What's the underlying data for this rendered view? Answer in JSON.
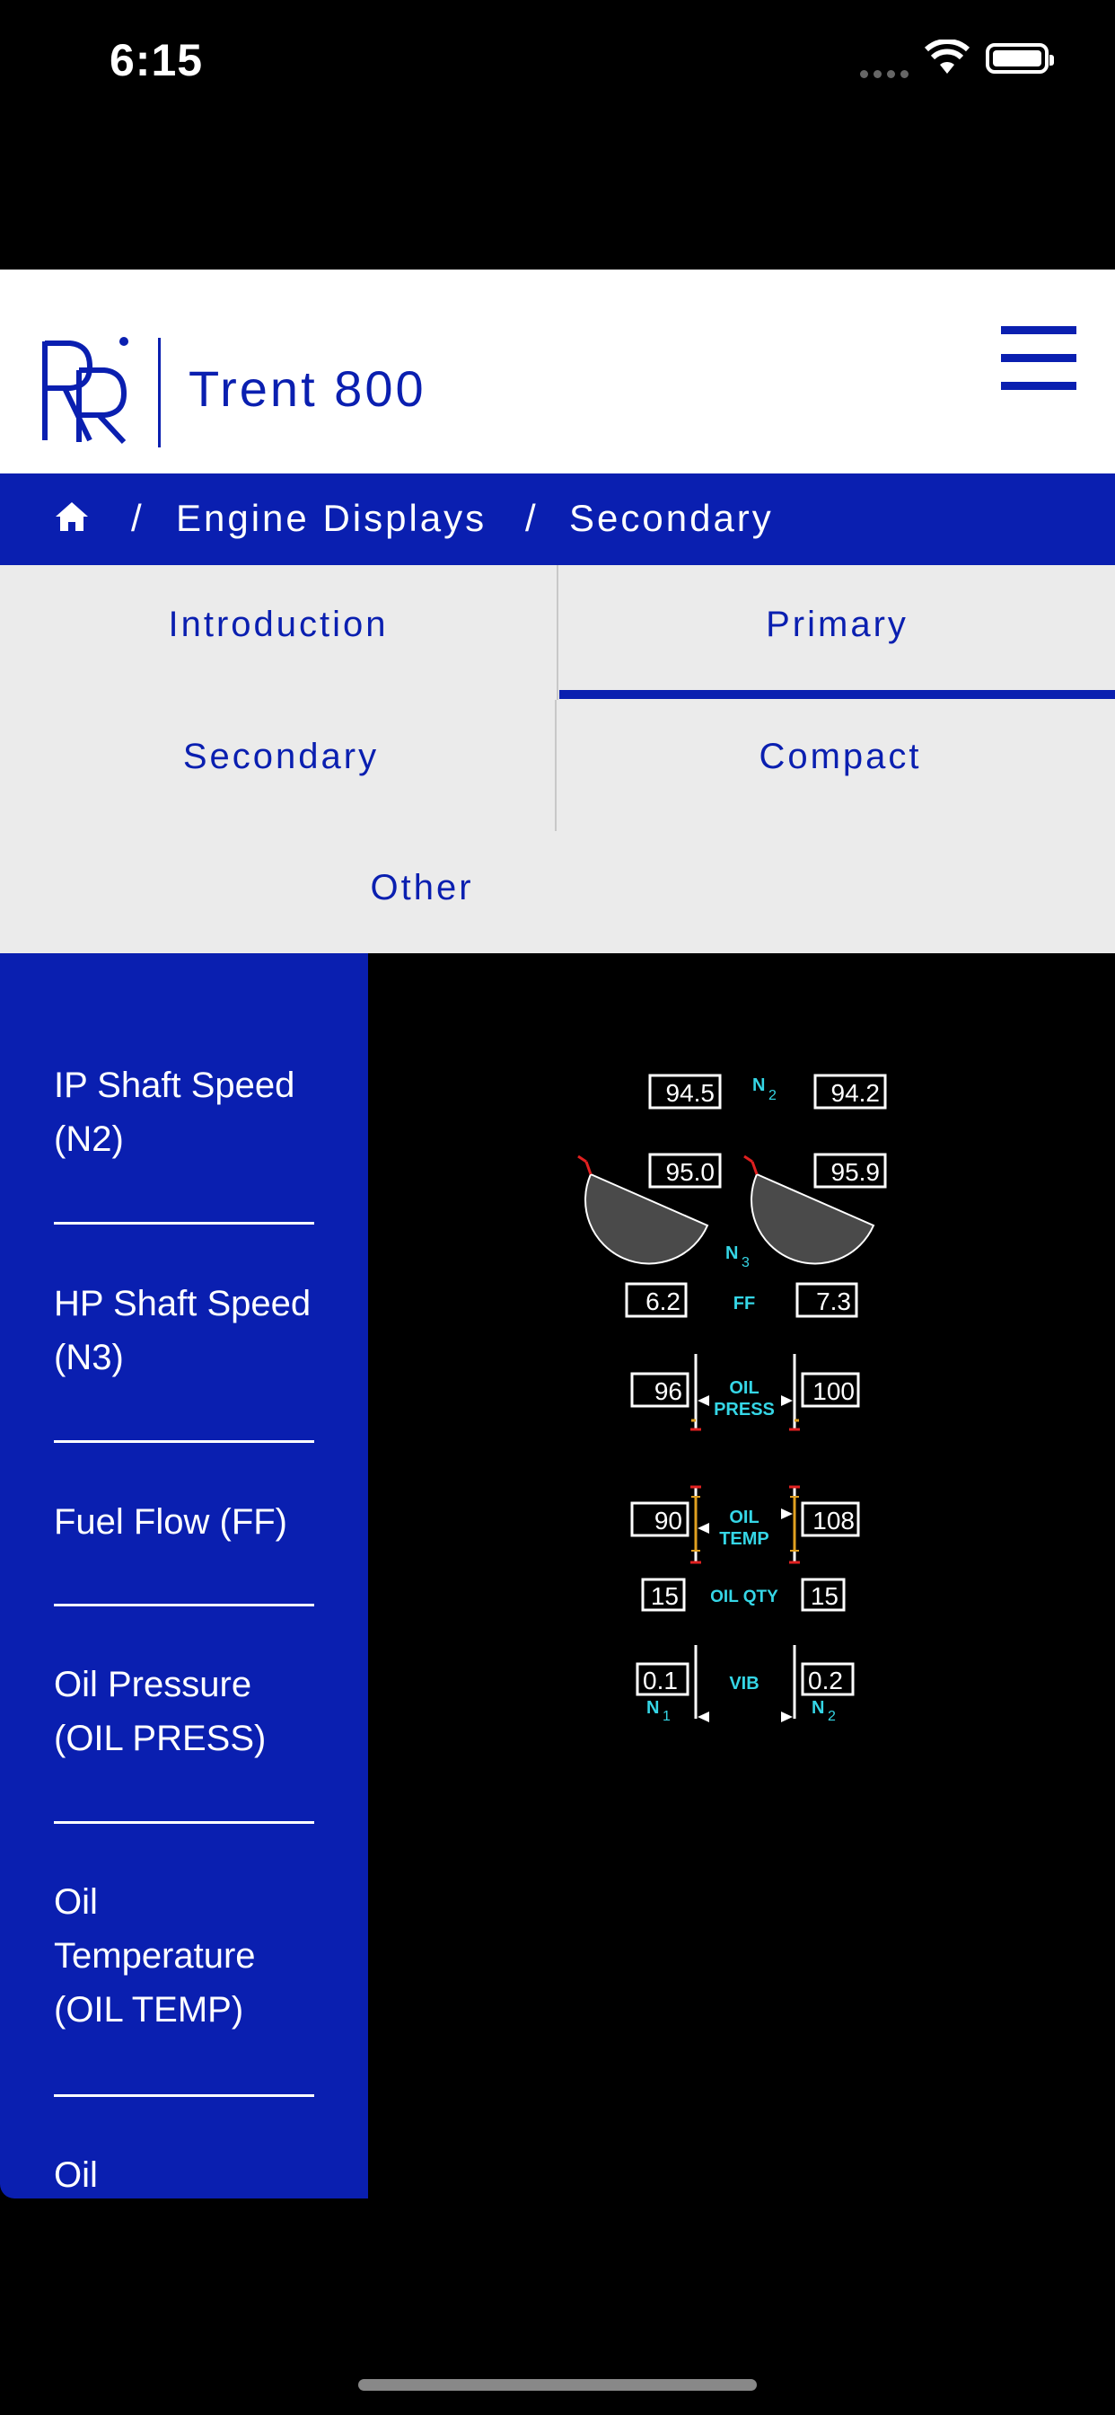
{
  "status": {
    "time": "6:15"
  },
  "app": {
    "title": "Trent 800"
  },
  "breadcrumb": {
    "separator": "/",
    "items": [
      "Engine Displays",
      "Secondary"
    ]
  },
  "tabs": [
    {
      "label": "Introduction"
    },
    {
      "label": "Primary"
    },
    {
      "label": "Secondary"
    },
    {
      "label": "Compact"
    },
    {
      "label": "Other"
    }
  ],
  "sidebar": {
    "items": [
      {
        "label": "IP Shaft Speed (N2)"
      },
      {
        "label": "HP Shaft Speed (N3)"
      },
      {
        "label": "Fuel Flow (FF)"
      },
      {
        "label": "Oil Pressure (OIL PRESS)"
      },
      {
        "label": "Oil Temperature (OIL TEMP)"
      },
      {
        "label": "Oil"
      }
    ]
  },
  "engine_display": {
    "n2": {
      "label": "N",
      "sub": "2",
      "left": "94.5",
      "right": "94.2"
    },
    "n3": {
      "label": "N",
      "sub": "3",
      "left": "95.0",
      "right": "95.9"
    },
    "ff": {
      "label": "FF",
      "left": "6.2",
      "right": "7.3"
    },
    "oil_press": {
      "label1": "OIL",
      "label2": "PRESS",
      "left": "96",
      "right": "100"
    },
    "oil_temp": {
      "label1": "OIL",
      "label2": "TEMP",
      "left": "90",
      "right": "108"
    },
    "oil_qty": {
      "label": "OIL QTY",
      "left": "15",
      "right": "15"
    },
    "vib": {
      "label": "VIB",
      "left": "0.1",
      "right": "0.2",
      "left_sub_label": "N",
      "left_sub": "1",
      "right_sub_label": "N",
      "right_sub": "2"
    }
  },
  "colors": {
    "brand_blue": "#0a1fb0",
    "tab_bg": "#ebebeb",
    "cyan_label": "#35d6e6",
    "gauge_fill": "#4a4a4a",
    "red_tick": "#e02020",
    "amber_mark": "#e0a020"
  }
}
